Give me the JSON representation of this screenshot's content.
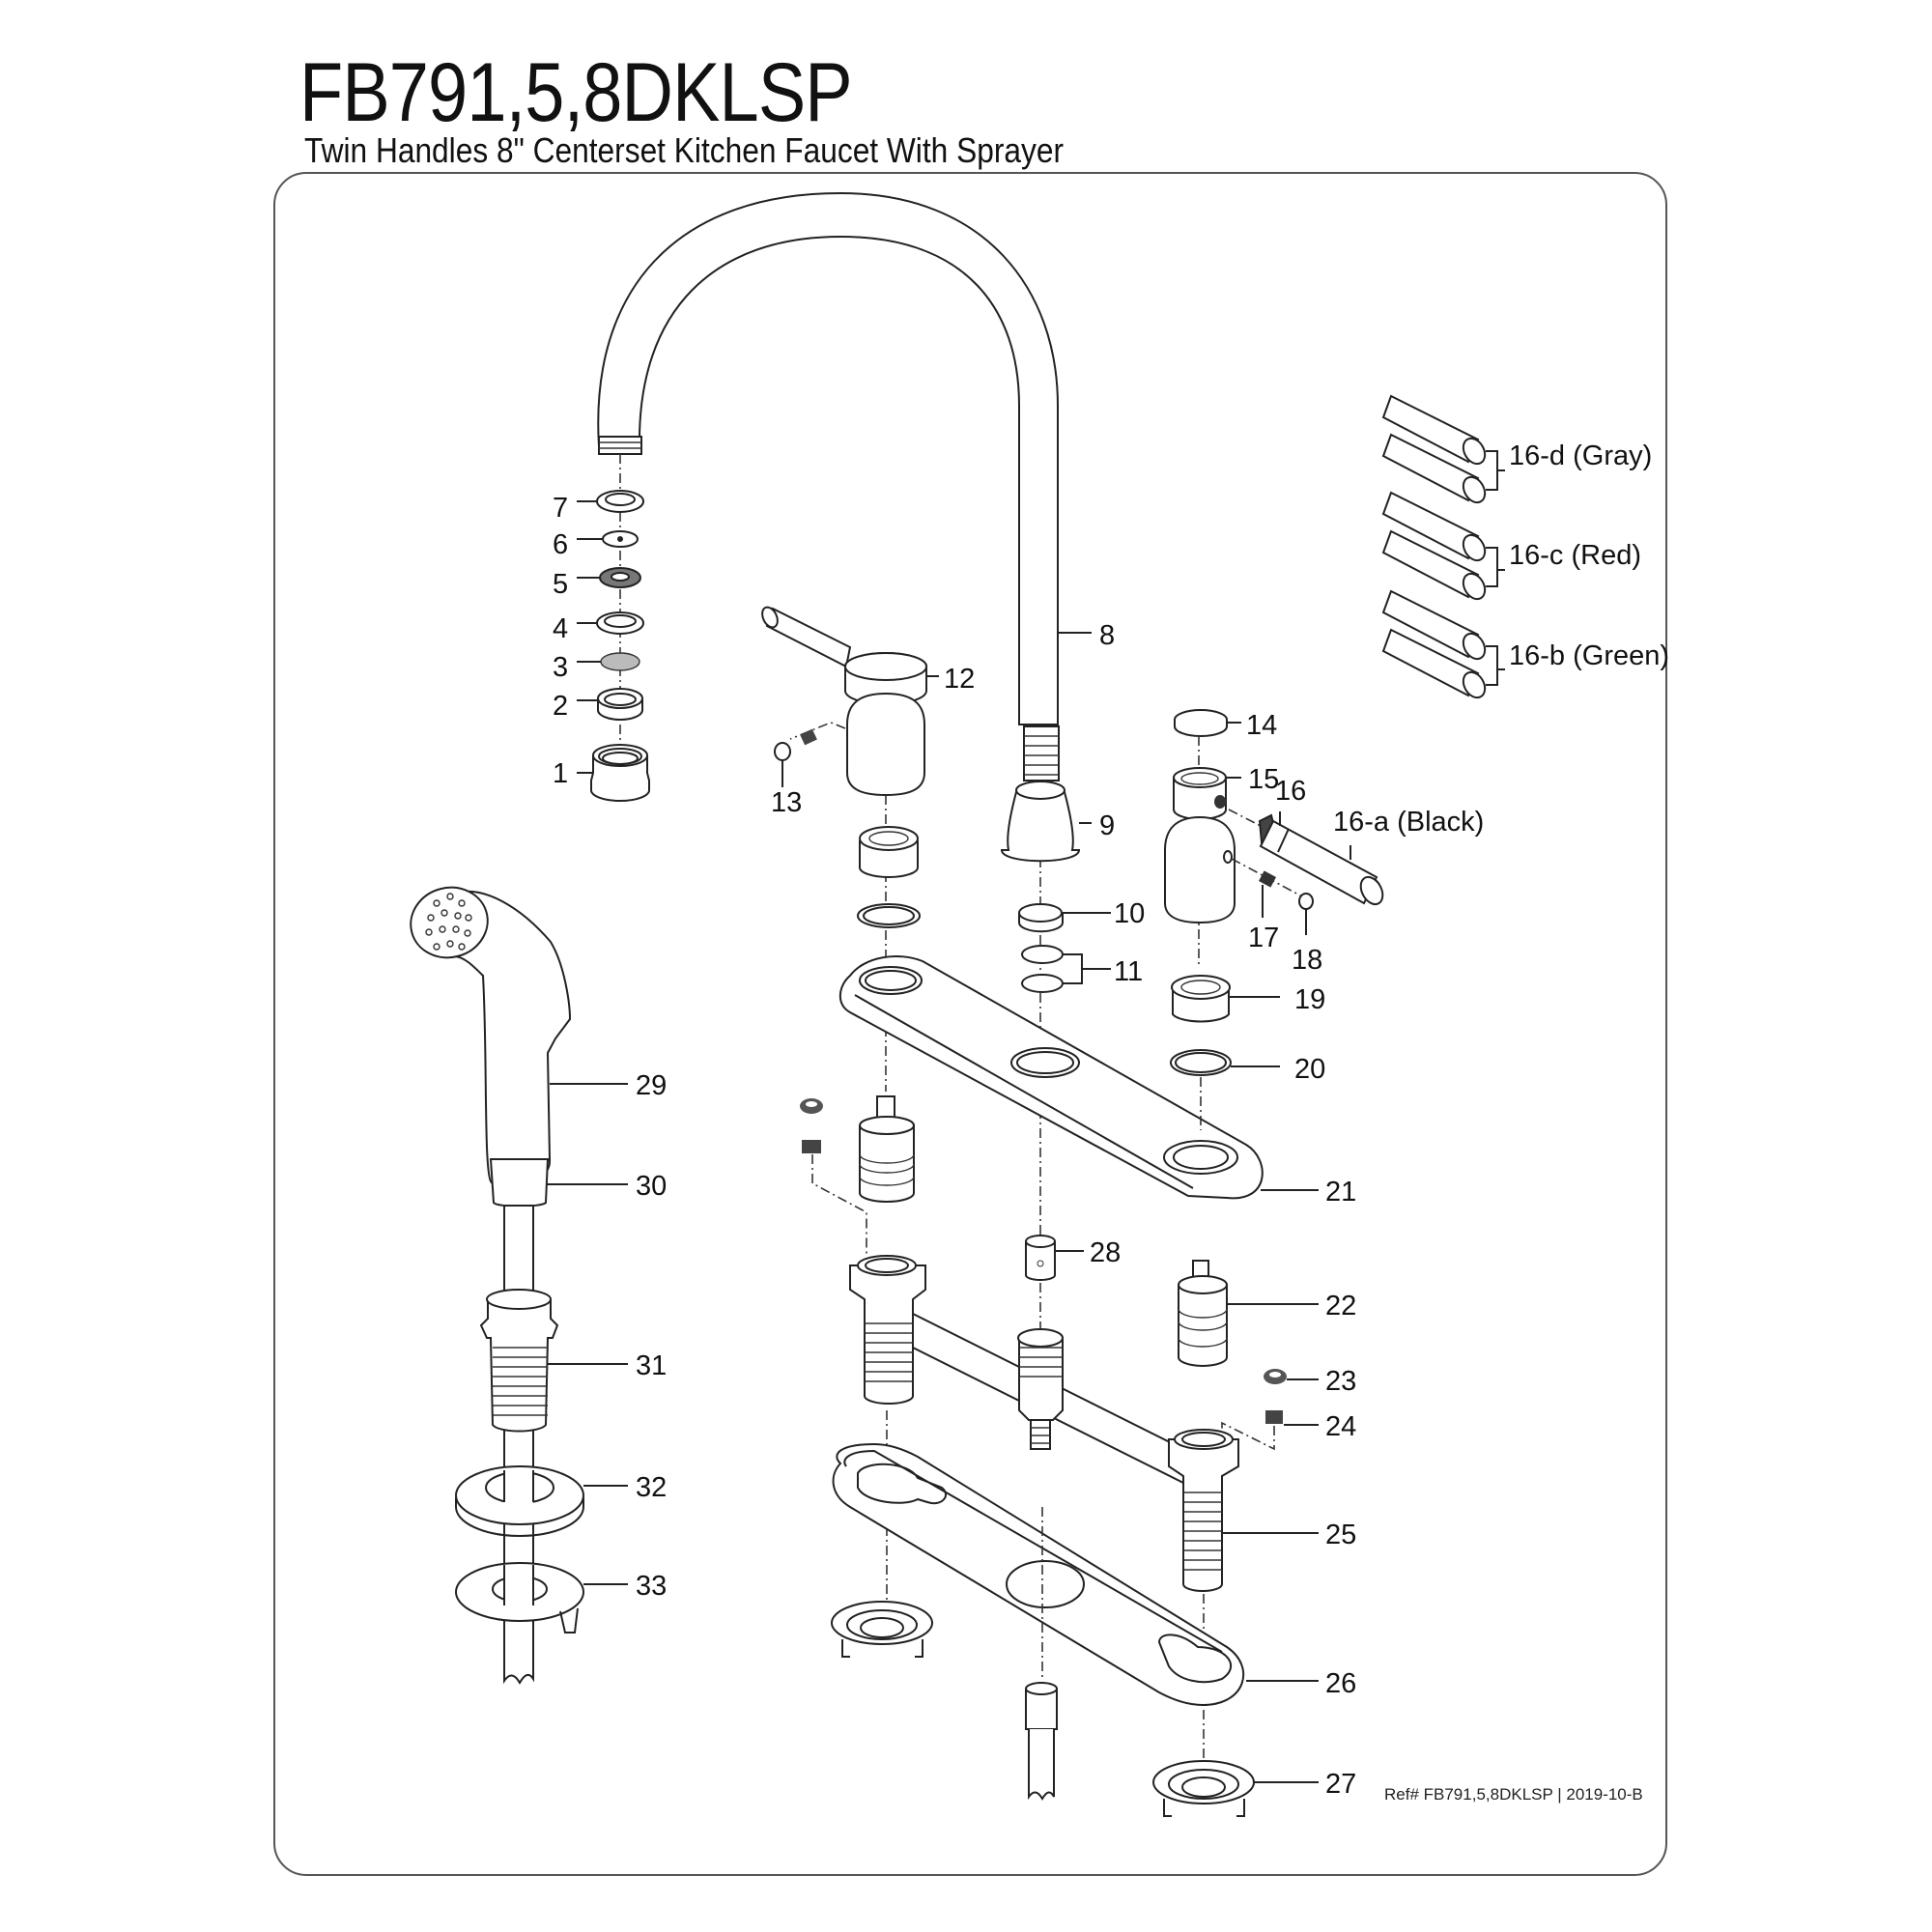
{
  "header": {
    "model": "FB791,5,8DKLSP",
    "description": "Twin Handles 8\" Centerset Kitchen Faucet With Sprayer"
  },
  "footer": {
    "reference": "Ref# FB791,5,8DKLSP | 2019-10-B"
  },
  "callouts": {
    "p1": "1",
    "p2": "2",
    "p3": "3",
    "p4": "4",
    "p5": "5",
    "p6": "6",
    "p7": "7",
    "p8": "8",
    "p9": "9",
    "p10": "10",
    "p11": "11",
    "p12": "12",
    "p13": "13",
    "p14": "14",
    "p15": "15",
    "p16": "16",
    "p16a": "16-a (Black)",
    "p16b": "16-b (Green)",
    "p16c": "16-c (Red)",
    "p16d": "16-d (Gray)",
    "p17": "17",
    "p18": "18",
    "p19": "19",
    "p20": "20",
    "p21": "21",
    "p22": "22",
    "p23": "23",
    "p24": "24",
    "p25": "25",
    "p26": "26",
    "p27": "27",
    "p28": "28",
    "p29": "29",
    "p30": "30",
    "p31": "31",
    "p32": "32",
    "p33": "33"
  }
}
